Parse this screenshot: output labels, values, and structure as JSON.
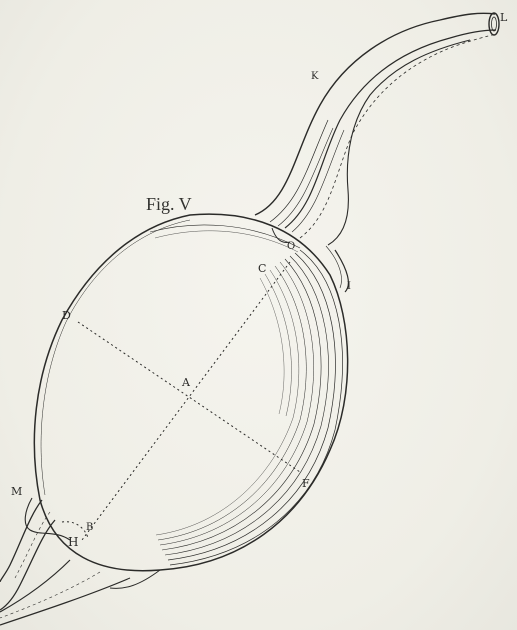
{
  "figure": {
    "title": "Fig. V",
    "ink_color": "#2b2b29",
    "paper_color": "#f2f1ea"
  },
  "labels": {
    "A": "A",
    "B": "B",
    "C": "C",
    "D": "D",
    "F": "F",
    "H": "H",
    "I": "I",
    "K": "K",
    "L": "L",
    "M": "M",
    "O": "O"
  },
  "diagram": {
    "subject": "anatomical engraving",
    "lines": [
      {
        "from": "D",
        "to": "F",
        "style": "dotted"
      },
      {
        "from": "C",
        "to": "B",
        "style": "dotted"
      }
    ]
  }
}
